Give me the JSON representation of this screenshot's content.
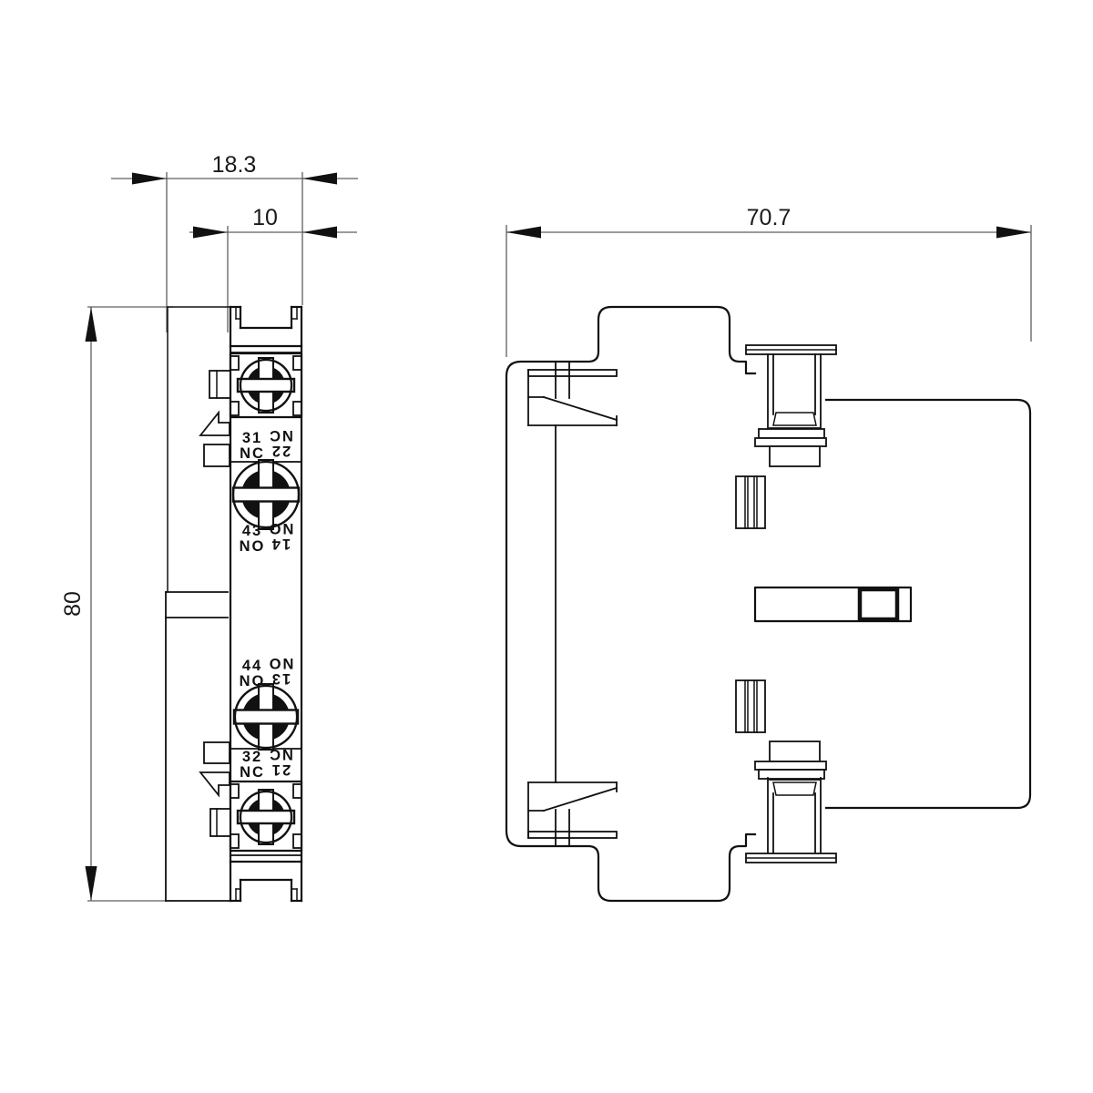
{
  "dimensions": {
    "width_overall": "18.3",
    "width_inner": "10",
    "height": "80",
    "depth": "70.7"
  },
  "terminals": [
    {
      "left": [
        "31",
        "NC"
      ],
      "right": [
        "22",
        "NC"
      ]
    },
    {
      "left": [
        "43",
        "NO"
      ],
      "right": [
        "14",
        "NO"
      ]
    },
    {
      "left": [
        "44",
        "NO"
      ],
      "right": [
        "13",
        "NO"
      ]
    },
    {
      "left": [
        "32",
        "NC"
      ],
      "right": [
        "21",
        "NC"
      ]
    }
  ],
  "colors": {
    "line": "#111111",
    "dimension_line": "#5f5f5f",
    "text": "#1a1a1a",
    "background": "#ffffff"
  }
}
